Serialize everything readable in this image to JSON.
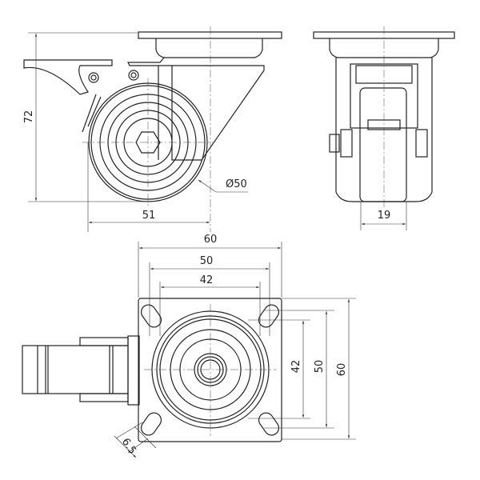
{
  "side_view": {
    "height_dim": "72",
    "offset_dim": "51",
    "wheel_dia_dim": "Ø50"
  },
  "front_view": {
    "wheel_width_dim": "19"
  },
  "top_view": {
    "plate_width_dim": "60",
    "hole_outer_dim": "50",
    "hole_inner_dim": "42",
    "plate_height_dim": "60",
    "hole_outer_v_dim": "50",
    "hole_inner_v_dim": "42",
    "slot_width_dim": "6.5"
  }
}
